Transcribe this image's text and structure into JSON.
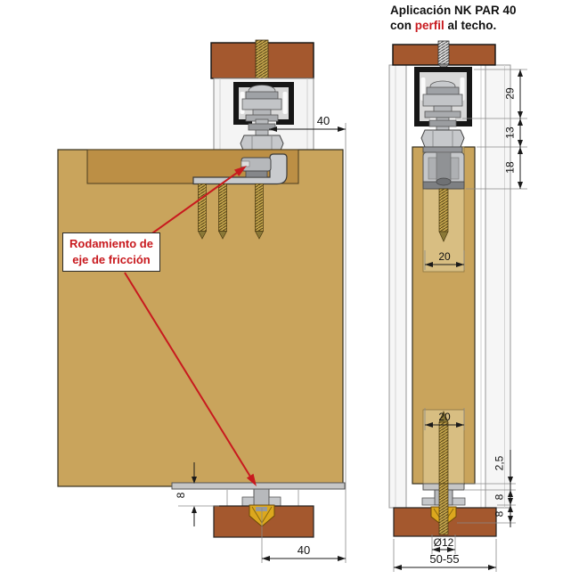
{
  "title": {
    "line1": "Aplicación NK PAR 40",
    "line2_prefix": "con ",
    "line2_highlight": "perfil",
    "line2_suffix": " al techo."
  },
  "callout": {
    "line1": "Rodamiento de",
    "line2": "eje de fricción"
  },
  "left_view": {
    "dim_top_width": "40",
    "dim_bottom_offset": "8",
    "dim_bottom_width": "40"
  },
  "right_view": {
    "dim_track_height": "29",
    "dim_clearance": "13",
    "dim_housing_depth": "18",
    "dim_channel_width_top": "20",
    "dim_channel_width_bottom": "20",
    "dim_plate_thickness": "2,5",
    "dim_pin_height": "8",
    "dim_guide_depth": "8",
    "dim_hole_diameter": "Ø12",
    "dim_total_width": "50-55"
  },
  "colors": {
    "accent_red": "#C8191E",
    "door_tan": "#C9A45C",
    "recess_tan": "#BC8F45",
    "channel_tan": "#D8BE82",
    "wood_brown": "#A4582E",
    "guide_yellow": "#DCA81E",
    "metal_gray": "#C5C7CA",
    "track_black": "#161616",
    "dimension_black": "#1A1A1A"
  }
}
